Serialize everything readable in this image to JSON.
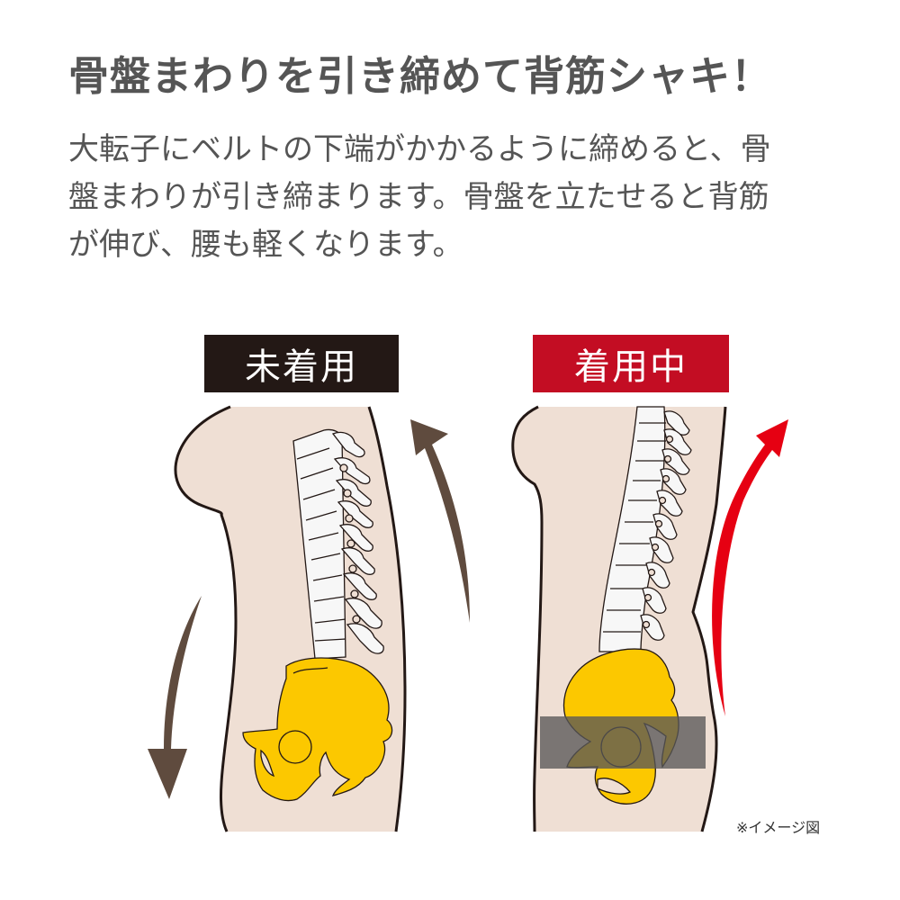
{
  "headline": "骨盤まわりを引き締めて背筋シャキ！",
  "description": {
    "lines": [
      "大転子にベルトの下端がかかるように締めると、骨",
      "盤まわりが引き締まります。骨盤を立たせると背筋",
      "が伸び、腰も軽くなります。"
    ]
  },
  "panels": {
    "before": {
      "label": "未着用",
      "label_color": "#231815",
      "arrow_color": "#5f4b3e"
    },
    "after": {
      "label": "着用中",
      "label_color": "#c30d23",
      "arrow_color": "#e60012",
      "belt_color": "#595757"
    }
  },
  "colors": {
    "skin": "#efdfd4",
    "outline": "#231815",
    "pelvis": "#fcc800",
    "spine": "#f7f7f7"
  },
  "note": "※イメージ図"
}
